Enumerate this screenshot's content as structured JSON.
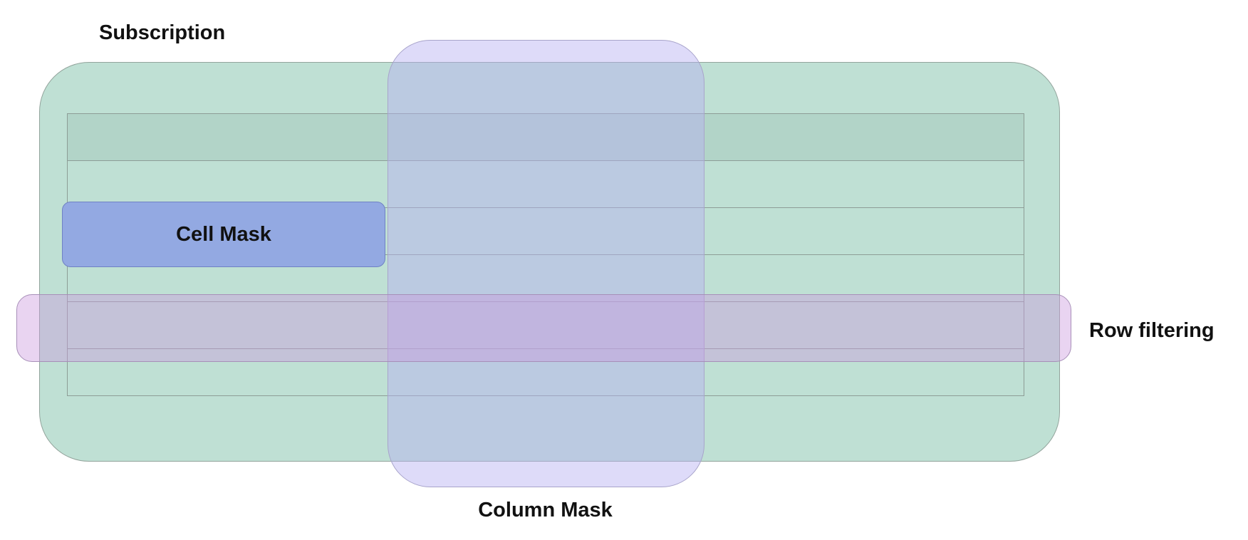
{
  "diagram": {
    "title": "Data masking and filtering diagram",
    "labels": {
      "subscription": "Subscription",
      "cell_mask": "Cell Mask",
      "column_mask": "Column Mask",
      "row_filtering": "Row filtering"
    },
    "table": {
      "rows": 6,
      "has_header_row": true
    }
  },
  "colors": {
    "background": "#ffffff",
    "subscription_fill": "#bfe0d4",
    "subscription_border": "#93a49c",
    "table_border": "#8d9d96",
    "table_header_fill": "rgba(20, 60, 45, 0.07)",
    "cell_mask_fill": "#93a9e2",
    "cell_mask_border": "#6f81c4",
    "column_mask_fill": "rgba(181, 176, 241, 0.45)",
    "column_mask_border": "#a8a4cb",
    "row_filter_fill": "rgba(203, 152, 222, 0.42)",
    "row_filter_border": "#a78fb8"
  }
}
